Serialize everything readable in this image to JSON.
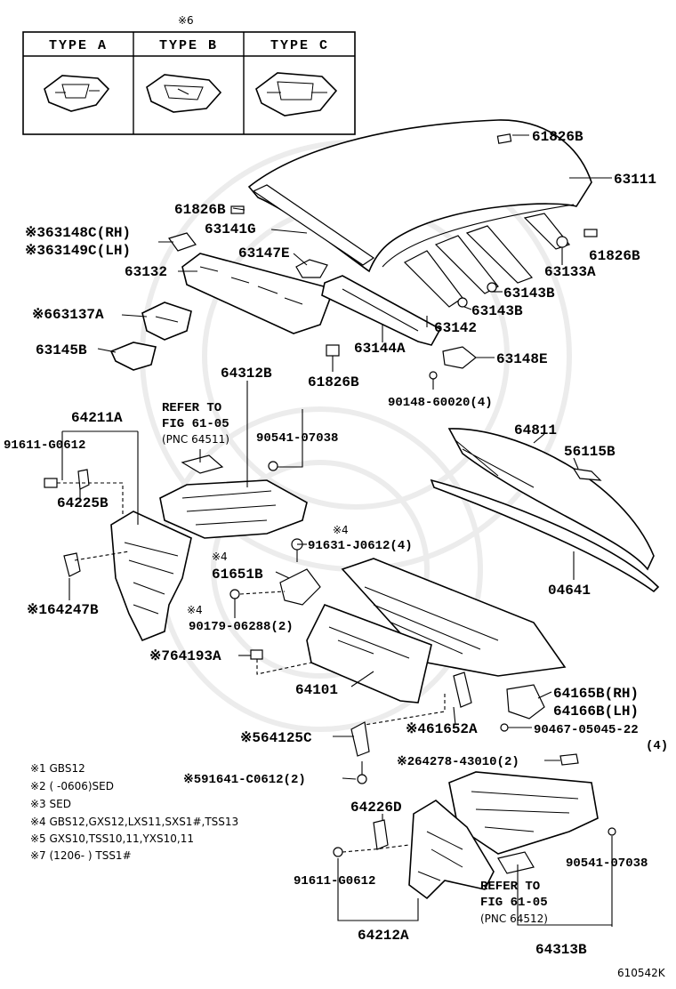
{
  "variant_table": {
    "mark": "※6",
    "headers": [
      "TYPE A",
      "TYPE B",
      "TYPE C"
    ]
  },
  "labels": {
    "p61826b_top": "61826B",
    "p63111": "63111",
    "p61826b_left": "61826B",
    "p63141g": "63141G",
    "p63148c": "※363148C(RH)",
    "p63149c": "※363149C(LH)",
    "p63147e": "63147E",
    "p61826b_right": "61826B",
    "p63133a": "63133A",
    "p63132": "63132",
    "p63143b_1": "63143B",
    "p63143b_2": "63143B",
    "p63137a": "※663137A",
    "p63142": "63142",
    "p63144a": "63144A",
    "p63145b": "63145B",
    "p63148e": "63148E",
    "p64312b": "64312B",
    "p61826b_mid": "61826B",
    "p90148": "90148-60020(4)",
    "refer1_line1": "REFER TO",
    "refer1_line2": "FIG 61-05",
    "refer1_pnc": "(PNC 64511)",
    "p64211a": "64211A",
    "p90541_1": "90541-07038",
    "p64811": "64811",
    "p91611_1": "91611-G0612",
    "p56115b": "56115B",
    "p64225b": "64225B",
    "p91631": "91631-J0612(4)",
    "mark4_a": "※4",
    "mark4_b": "※4",
    "p61651b": "61651B",
    "p04641": "04641",
    "p64247b": "※164247B",
    "mark4_c": "※4",
    "p90179": "90179-06288(2)",
    "p64193a": "※764193A",
    "p64101": "64101",
    "p64165b": "64165B(RH)",
    "p64166b": "64166B(LH)",
    "p61652a": "※461652A",
    "p90467": "90467-05045-22",
    "p90467_qty": "(4)",
    "p64125c": "※564125C",
    "p64278": "※264278-43010(2)",
    "p91641": "※591641-C0612(2)",
    "p64226d": "64226D",
    "p90541_2": "90541-07038",
    "p91611_2": "91611-G0612",
    "refer2_line1": "REFER TO",
    "refer2_line2": "FIG 61-05",
    "refer2_pnc": "(PNC 64512)",
    "p64212a": "64212A",
    "p64313b": "64313B",
    "figure_id": "610542K"
  },
  "notes": [
    "※1 GBS12",
    "※2 (     -0606)SED",
    "※3 SED",
    "※4 GBS12,GXS12,LXS11,SXS1#,TSS13",
    "※5 GXS10,TSS10,11,YXS10,11",
    "※7 (1206-      ) TSS1#"
  ],
  "icons": [
    "type-a-bracket-icon",
    "type-b-bracket-icon",
    "type-c-bracket-icon"
  ]
}
